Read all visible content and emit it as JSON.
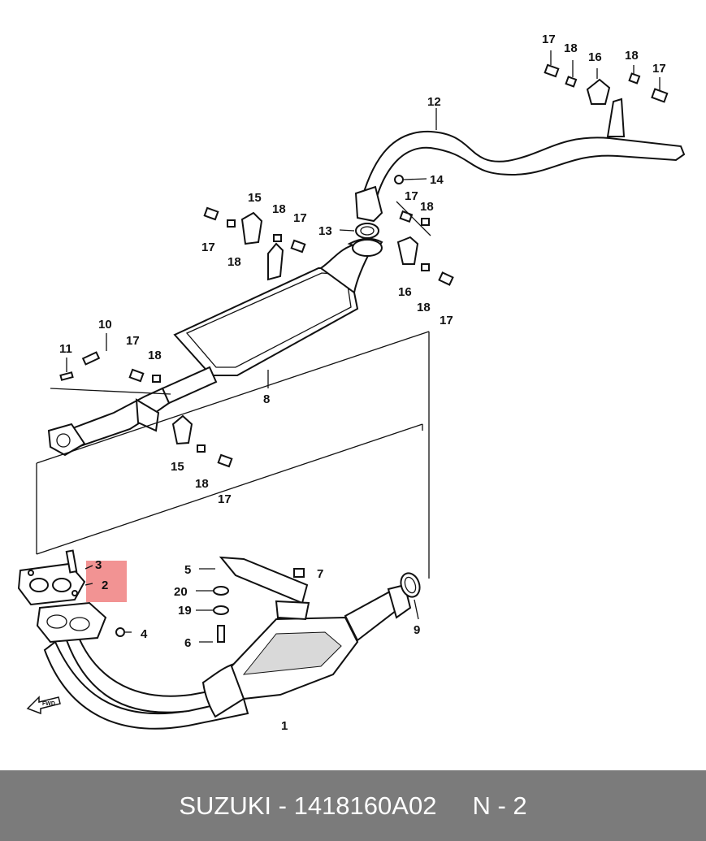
{
  "diagram": {
    "callouts": {
      "c1": "1",
      "c2": "2",
      "c3": "3",
      "c4": "4",
      "c5": "5",
      "c6": "6",
      "c7": "7",
      "c8": "8",
      "c9": "9",
      "c10": "10",
      "c11": "11",
      "c12": "12",
      "c13": "13",
      "c14": "14",
      "c15a": "15",
      "c15b": "15",
      "c16a": "16",
      "c16b": "16",
      "c17a": "17",
      "c17b": "17",
      "c17c": "17",
      "c17d": "17",
      "c17e": "17",
      "c17f": "17",
      "c17g": "17",
      "c18a": "18",
      "c18b": "18",
      "c18c": "18",
      "c18d": "18",
      "c18e": "18",
      "c18f": "18",
      "c18g": "18",
      "c19": "19",
      "c20": "20"
    },
    "direction_label": "FWD",
    "highlight_color": "#f08080"
  },
  "footer": {
    "brand_part": "SUZUKI - 1418160A02",
    "quantity": "N - 2",
    "background": "#7b7b7b"
  }
}
